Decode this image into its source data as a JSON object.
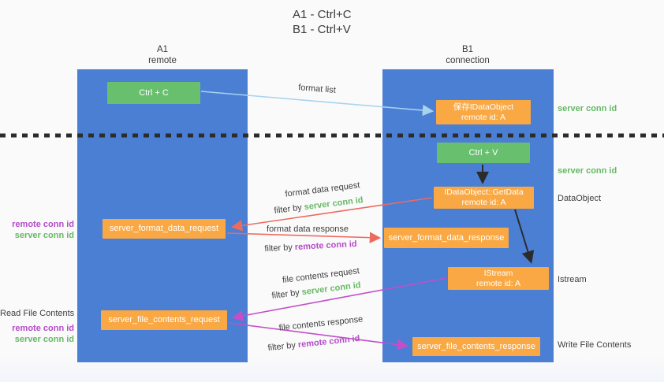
{
  "title": {
    "line1": "A1 - Ctrl+C",
    "line2": "B1 - Ctrl+V"
  },
  "lanes": {
    "left": {
      "title": "A1",
      "subtitle": "remote"
    },
    "right": {
      "title": "B1",
      "subtitle": "connection"
    }
  },
  "nodes": {
    "ctrl_c": {
      "label": "Ctrl + C"
    },
    "ctrl_v": {
      "label": "Ctrl + V"
    },
    "save_idataobject": {
      "line1": "保存IDataObject",
      "line2": "remote id: A"
    },
    "getdata": {
      "line1": "IDataObject::GetData",
      "line2": "remote id: A"
    },
    "istream": {
      "line1": "IStream",
      "line2": "remote id: A"
    },
    "server_format_data_request": {
      "label": "server_format_data_request"
    },
    "server_format_data_response": {
      "label": "server_format_data_response"
    },
    "server_file_contents_request": {
      "label": "server_file_contents_request"
    },
    "server_file_contents_response": {
      "label": "server_file_contents_response"
    }
  },
  "arrows": {
    "format_list": {
      "label": "format list"
    },
    "format_data_request": {
      "label": "format data request",
      "filter_prefix": "filter by",
      "filter_key": "server conn id"
    },
    "format_data_response": {
      "label": "format data response",
      "filter_prefix": "filter by",
      "filter_key": "remote conn id"
    },
    "file_contents_request": {
      "label": "file contents request",
      "filter_prefix": "filter by",
      "filter_key": "server conn id"
    },
    "file_contents_response": {
      "label": "file contents response",
      "filter_prefix": "filter by",
      "filter_key": "remote conn id"
    }
  },
  "side_labels": {
    "right": {
      "server_conn_id_top": "server conn id",
      "server_conn_id_mid": "server conn id",
      "dataobject": "DataObject",
      "istream": "Istream",
      "write_file_contents": "Write File Contents"
    },
    "left": {
      "format": {
        "remote_conn_id": "remote conn id",
        "server_conn_id": "server conn id"
      },
      "file": {
        "read_file_contents": "Read File Contents",
        "remote_conn_id": "remote conn id",
        "server_conn_id": "server conn id"
      }
    }
  },
  "colors": {
    "lane_blue": "#4a7fd4",
    "box_orange": "#f9a843",
    "box_green": "#68c06e",
    "text_green": "#66b965",
    "text_purple": "#b44bc8",
    "arrow_blue": "#a8d3ef",
    "arrow_red": "#ed6a5f",
    "arrow_magenta": "#c24fc9",
    "arrow_black": "#2b2b2b",
    "dotted_line": "#2c2c2c"
  }
}
